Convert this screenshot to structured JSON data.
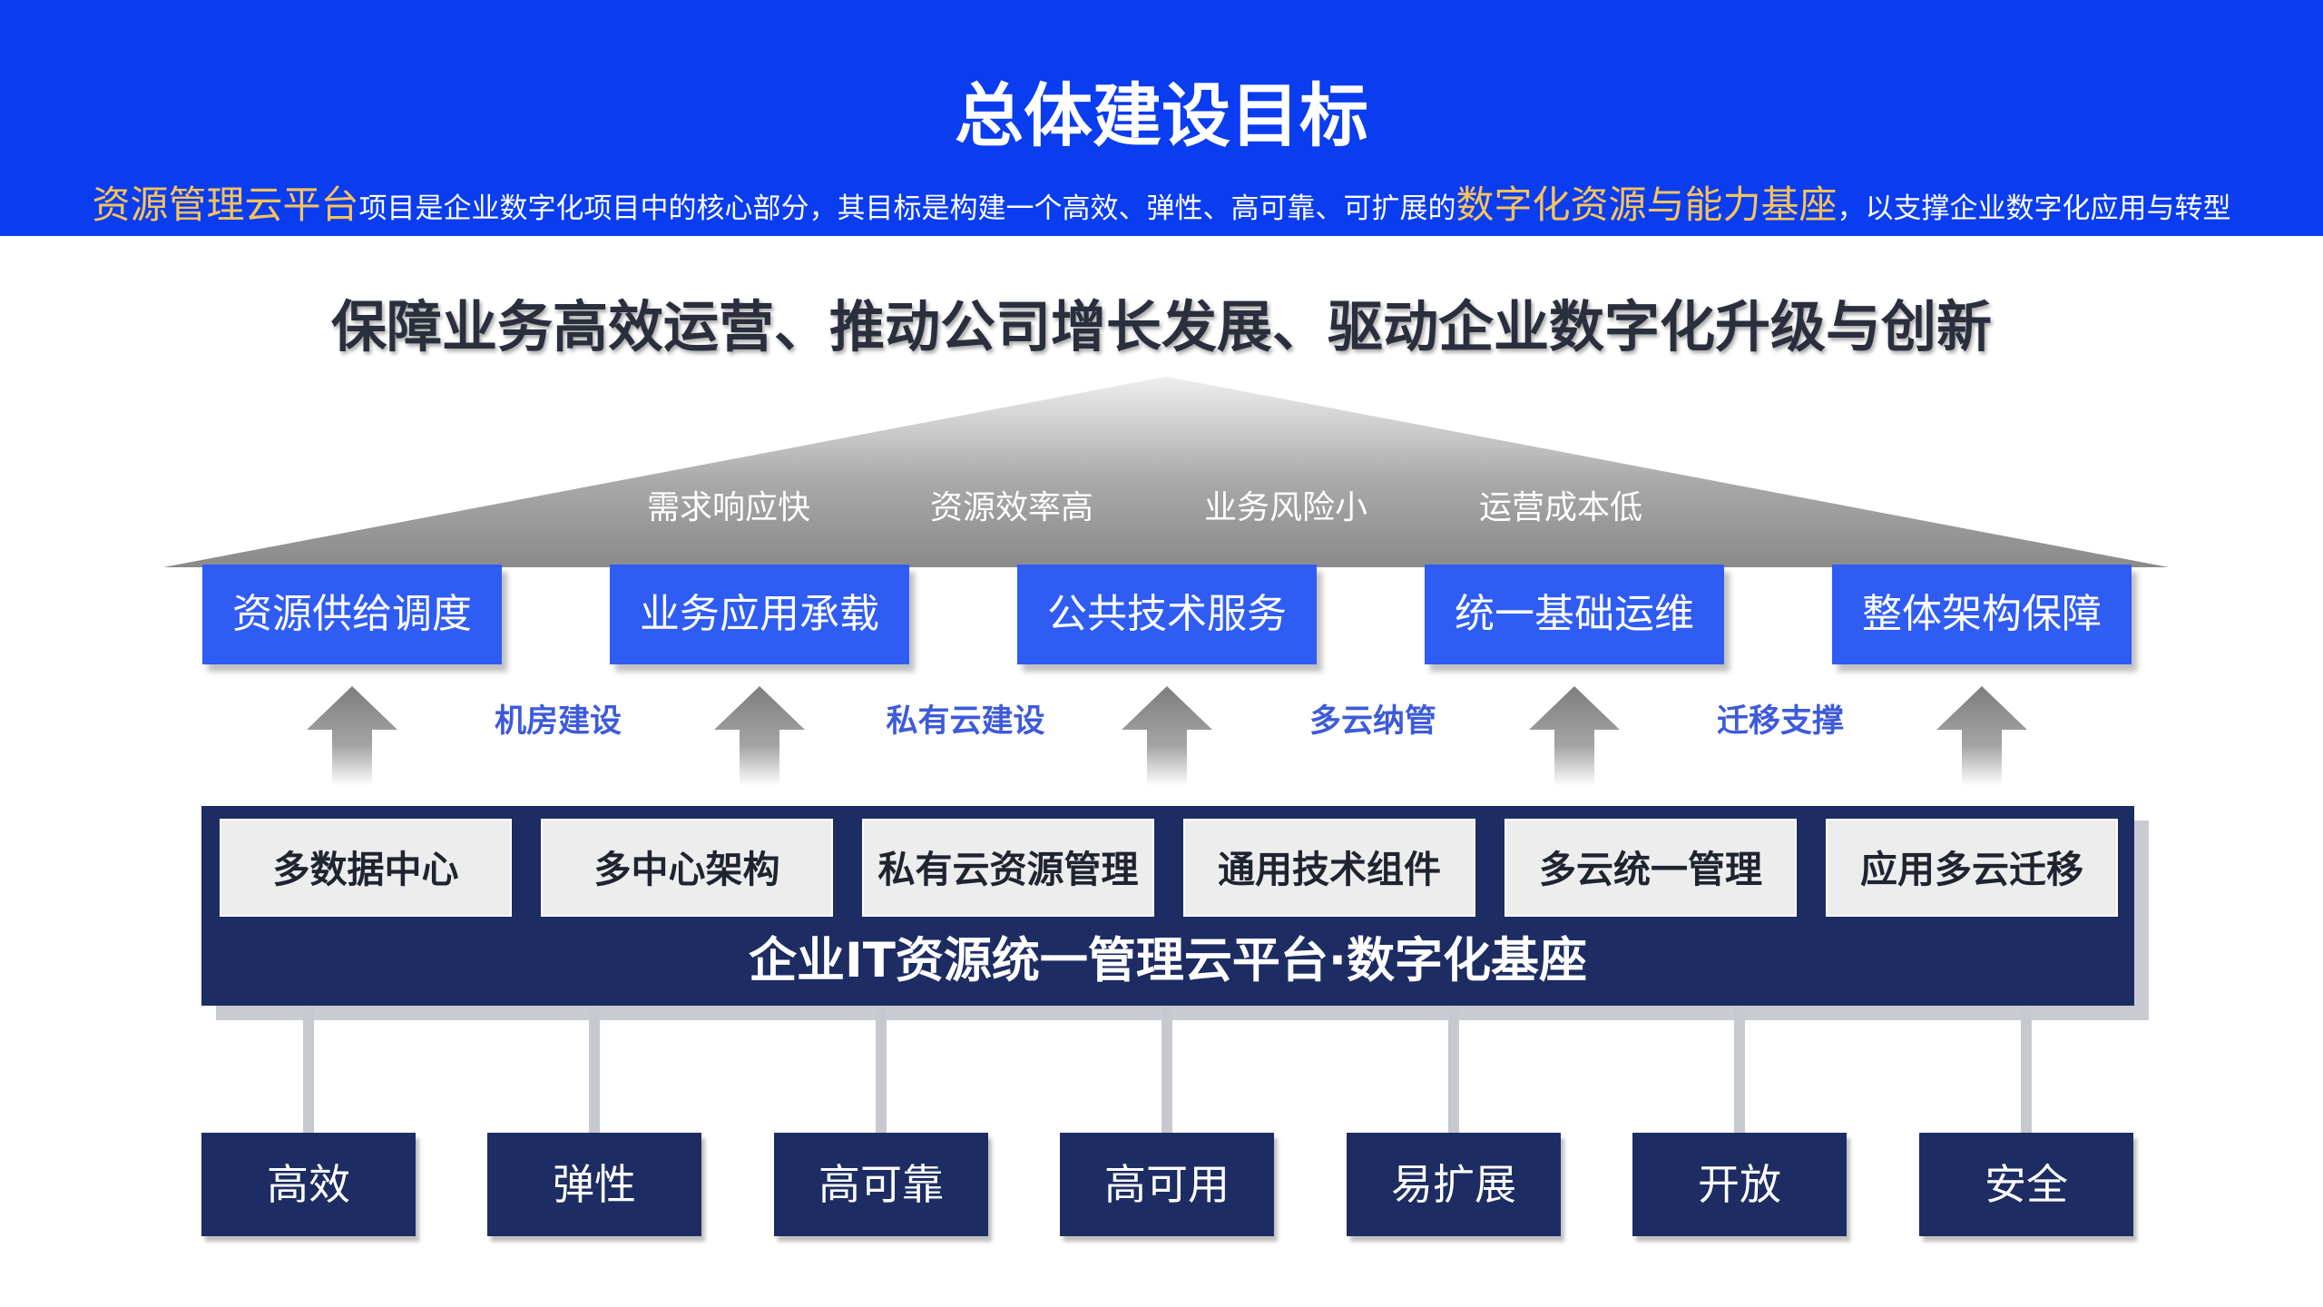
{
  "header": {
    "title": "总体建设目标",
    "subtitle": {
      "highlight1": "资源管理云平台",
      "text1": "项目是企业数字化项目中的核心部分，其目标是构建一个高效、弹性、高可靠、可扩展的",
      "highlight2": "数字化资源与能力基座",
      "text2": "，以支撑企业数字化应用与转型"
    }
  },
  "mission": "保障业务高效运营、推动公司增长发展、驱动企业数字化升级与创新",
  "benefits": [
    "需求响应快",
    "资源效率高",
    "业务风险小",
    "运营成本低"
  ],
  "capabilities": [
    "资源供给调度",
    "业务应用承载",
    "公共技术服务",
    "统一基础运维",
    "整体架构保障"
  ],
  "arrow_labels": [
    "机房建设",
    "私有云建设",
    "多云纳管",
    "迁移支撑"
  ],
  "platform": {
    "modules": [
      "多数据中心",
      "多中心架构",
      "私有云资源管理",
      "通用技术组件",
      "多云统一管理",
      "应用多云迁移"
    ],
    "name": "企业IT资源统一管理云平台·数字化基座"
  },
  "attributes": [
    "高效",
    "弹性",
    "高可靠",
    "高可用",
    "易扩展",
    "开放",
    "安全"
  ],
  "colors": {
    "header_bg": "#0a3cf0",
    "highlight": "#f7c35a",
    "capability_bg": "#2f5cf2",
    "platform_bg": "#1d2d63",
    "arrow_label": "#3d5bd9"
  }
}
